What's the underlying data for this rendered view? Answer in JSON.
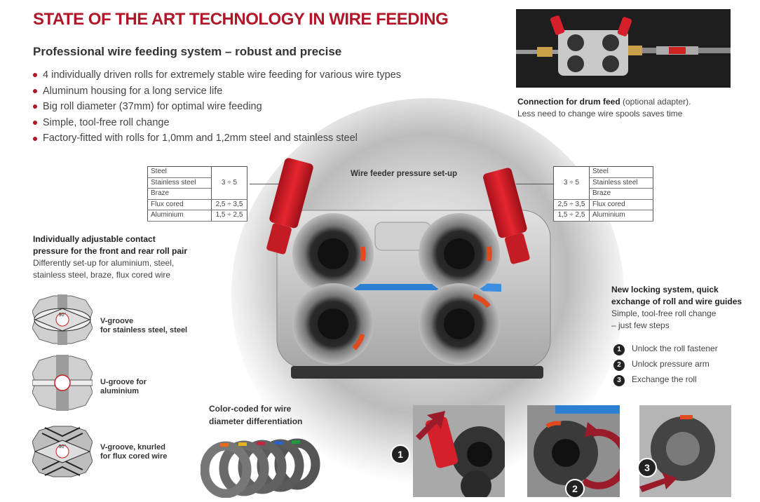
{
  "title": "STATE OF THE ART TECHNOLOGY IN WIRE FEEDING",
  "subtitle": "Professional wire feeding system – robust and precise",
  "bullets": [
    "4 individually driven rolls for extremely stable wire feeding for various wire types",
    "Aluminum housing for a long service life",
    "Big roll diameter (37mm) for optimal wire feeding",
    "Simple, tool-free roll change",
    "Factory-fitted with rolls for 1,0mm and 1,2mm steel and stainless steel"
  ],
  "drum_feed": {
    "bold": "Connection for drum feed",
    "rest": " (optional adapter).",
    "line2": "Less need to change wire spools saves time"
  },
  "pressure_label": "Wire feeder pressure set-up",
  "pressure_table": {
    "materials": [
      "Steel",
      "Stainless steel",
      "Braze",
      "Flux cored",
      "Aluminium"
    ],
    "values": [
      "3 ÷ 5",
      "2,5 ÷ 3,5",
      "1,5 ÷ 2,5"
    ]
  },
  "contact": {
    "bold1": "Individually adjustable contact",
    "bold2": "pressure for the front and rear roll pair",
    "line3": "Differently set-up for aluminium, steel,",
    "line4": "stainless steel, braze, flux cored wire"
  },
  "grooves": [
    {
      "line1": "V-groove",
      "line2": "for stainless steel, steel",
      "angle": "90°"
    },
    {
      "line1": "U-groove for",
      "line2": "aluminium"
    },
    {
      "line1": "V-groove, knurled",
      "line2": "for flux cored wire",
      "angle": "90°"
    }
  ],
  "color_coded": {
    "line1": "Color-coded for wire",
    "line2": "diameter differentiation"
  },
  "locking": {
    "bold1": "New locking system, quick",
    "bold2": "exchange of roll and wire guides",
    "line3": "Simple, tool-free roll change",
    "line4": "– just few steps"
  },
  "steps": [
    {
      "num": "1",
      "text": "Unlock the roll fastener"
    },
    {
      "num": "2",
      "text": "Unlock pressure arm"
    },
    {
      "num": "3",
      "text": "Exchange the roll"
    }
  ],
  "colors": {
    "accent": "#b0182a",
    "knob_red": "#d4202a",
    "wire_blue": "#2c7fd1"
  }
}
